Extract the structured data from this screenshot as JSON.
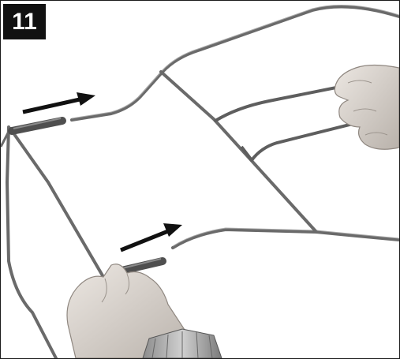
{
  "step": {
    "number": "11"
  },
  "illustration": {
    "subject": "handle-frame-assembly",
    "arrows": 2,
    "colors": {
      "wire": "#6a6a6a",
      "wire_highlight": "#9a9a9a",
      "tube": "#555555",
      "skin": "#d8d2cc",
      "skin_shadow": "#a9a29b",
      "arrow": "#111111",
      "badge": "#111111"
    }
  }
}
